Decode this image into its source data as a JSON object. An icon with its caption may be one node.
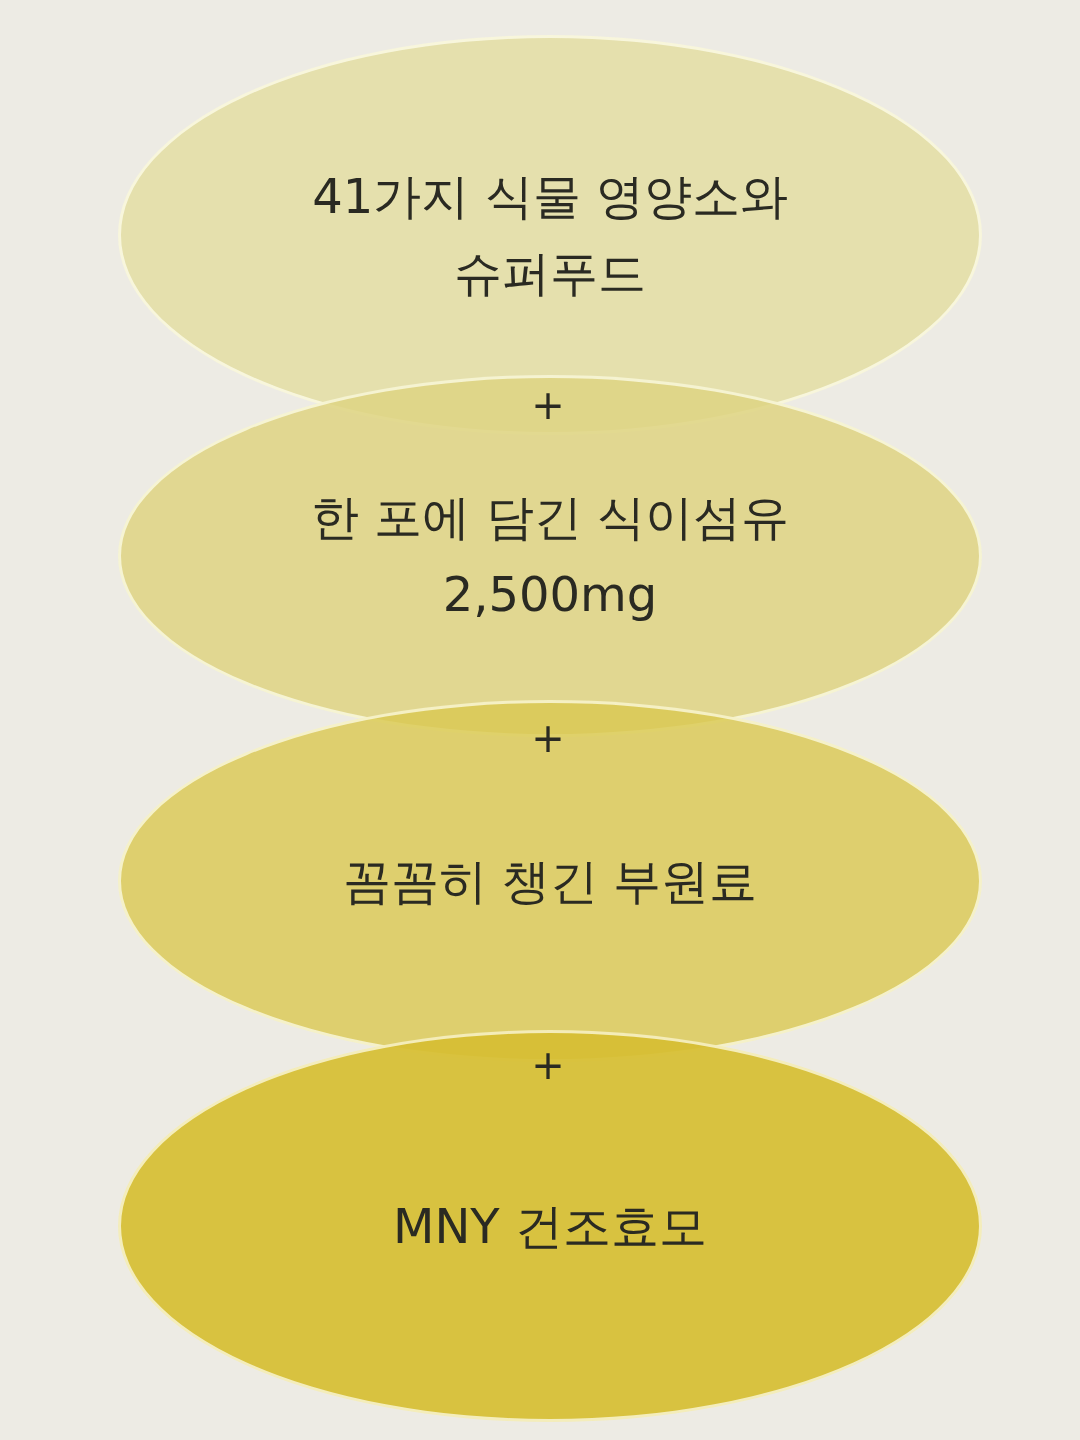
{
  "diagram": {
    "nodes": [
      {
        "text": [
          "41가지 식물 영양소와 슈퍼푸드"
        ]
      },
      {
        "text": [
          "한 포에 담긴 식이섬유 2,500mg"
        ]
      },
      {
        "text": [
          "꼼꼼히 챙긴 부원료"
        ]
      },
      {
        "text": [
          "MNY 건조효모"
        ]
      }
    ],
    "labels": [
      "+",
      "+",
      "+"
    ]
  }
}
